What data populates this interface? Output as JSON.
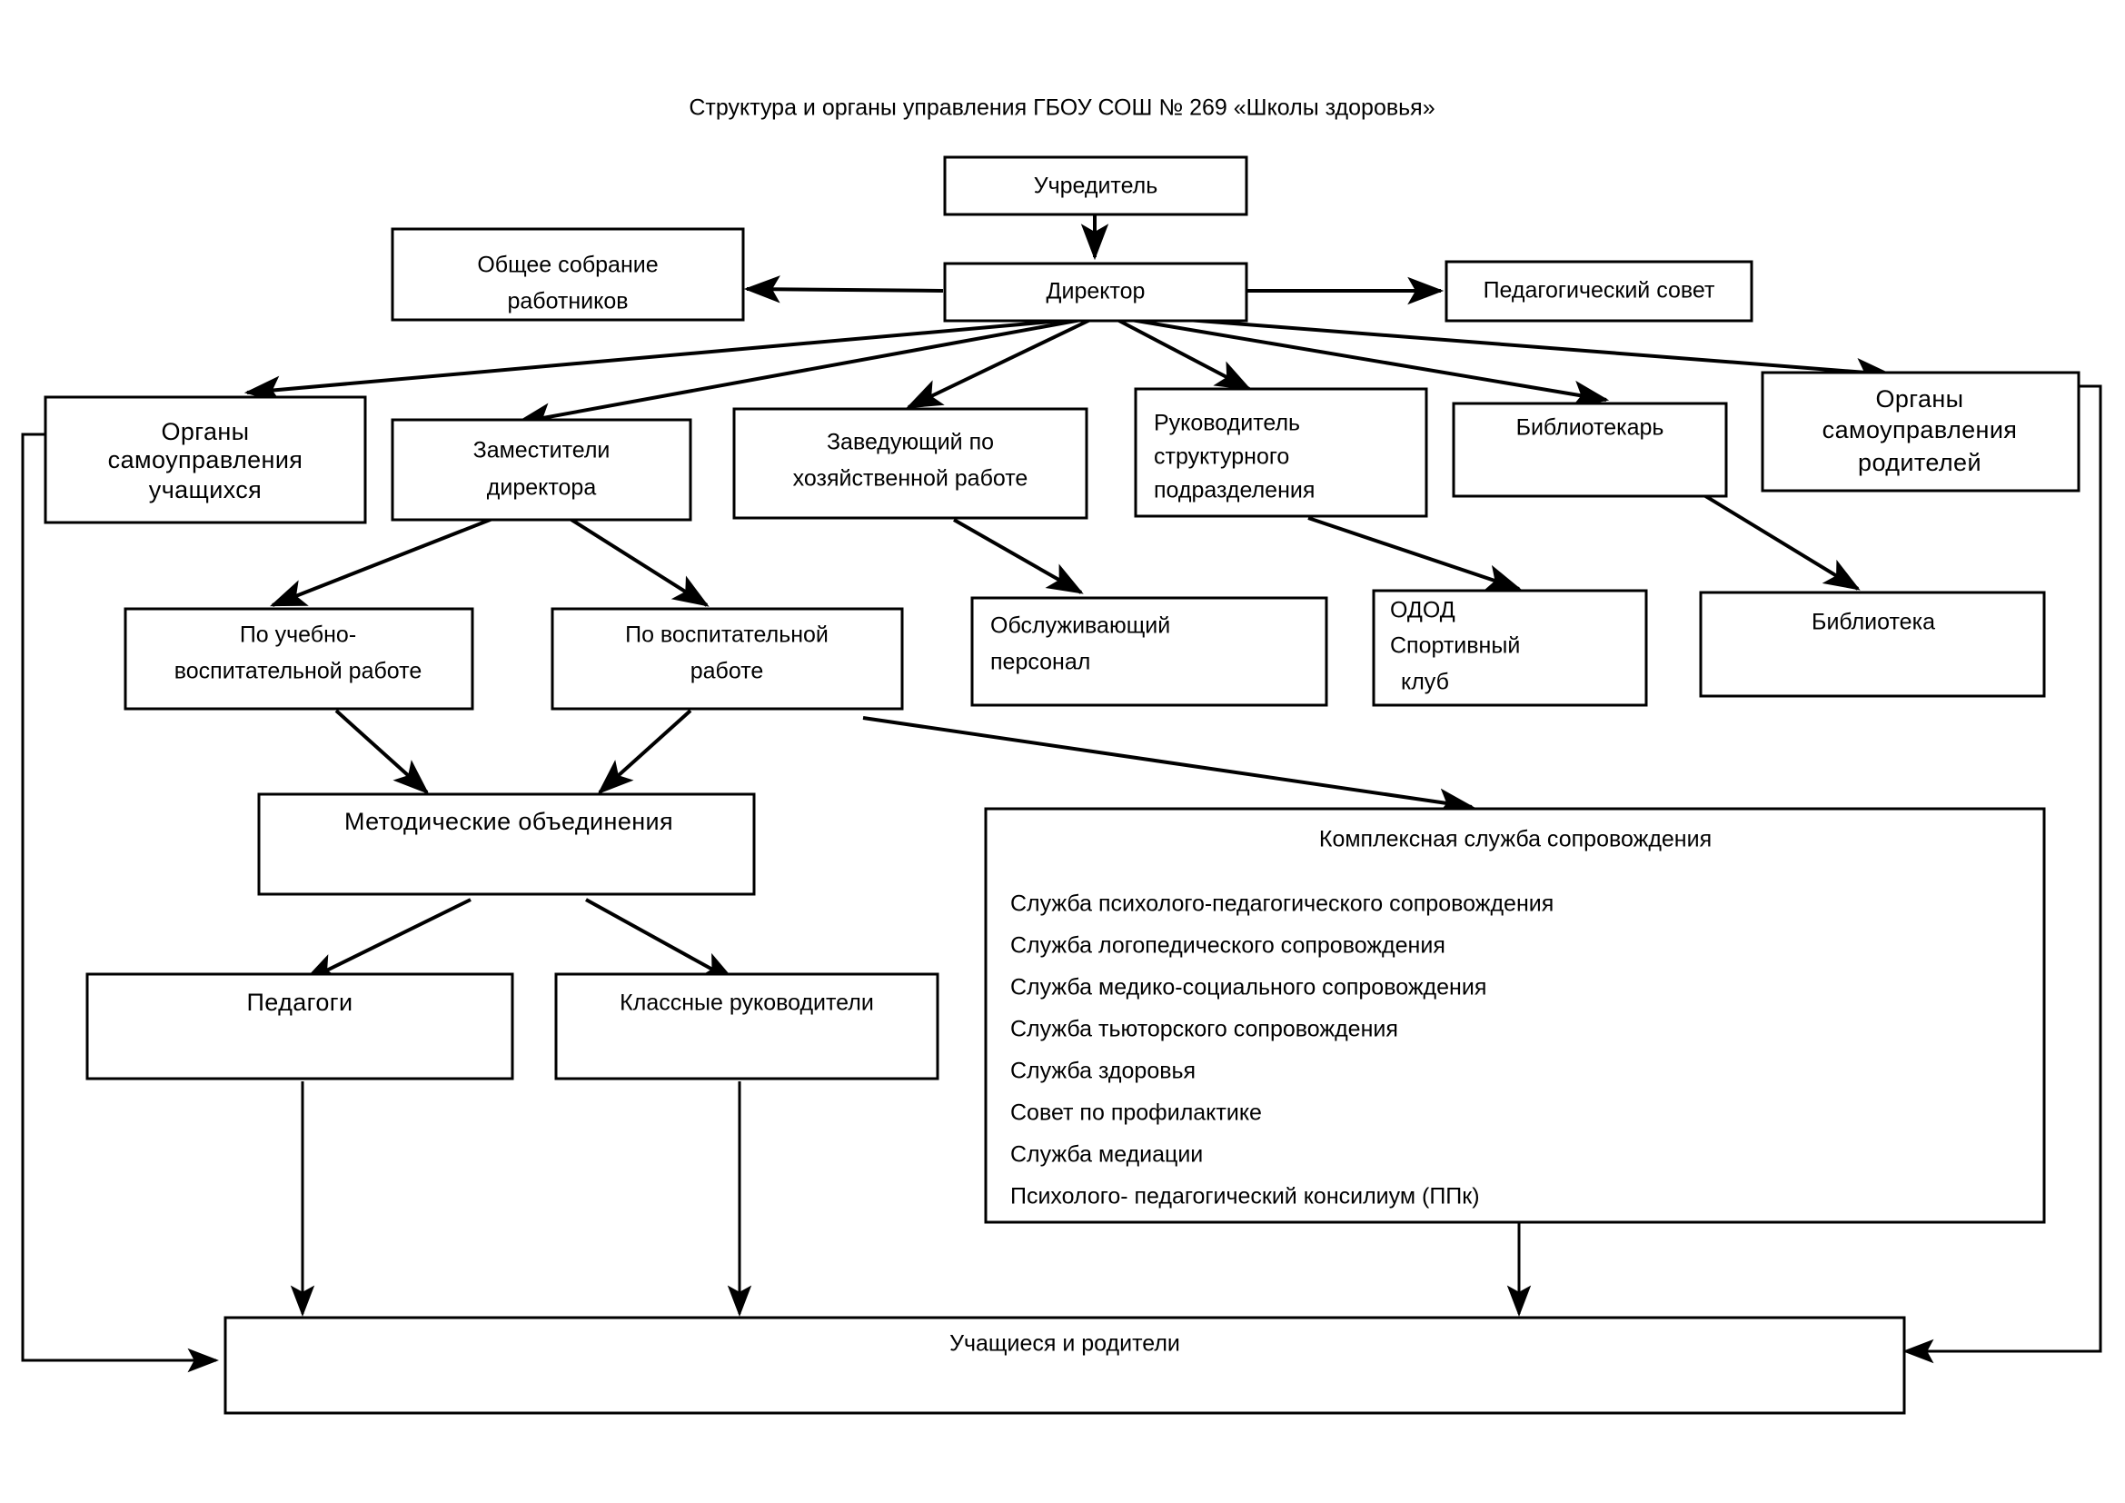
{
  "title": "Структура и органы управления ГБОУ СОШ № 269 «Школы здоровья»",
  "nodes": {
    "founder": {
      "label": "Учредитель"
    },
    "director": {
      "label": "Директор"
    },
    "general_meeting": {
      "line1": "Общее собрание",
      "line2": "работников"
    },
    "pedagogical_council": {
      "label": "Педагогический совет"
    },
    "student_self_government": {
      "line1": "Органы",
      "line2": "самоуправления",
      "line3": "учащихся"
    },
    "deputies": {
      "line1": "Заместители",
      "line2": "директора"
    },
    "economic_affairs": {
      "line1": "Заведующий  по",
      "line2": "хозяйственной работе"
    },
    "structural_head": {
      "line1": "Руководитель",
      "line2": "структурного",
      "line3": "подразделения"
    },
    "librarian": {
      "label": "Библиотекарь"
    },
    "parent_self_government": {
      "line1": "Органы",
      "line2": "самоуправления",
      "line3": "родителей"
    },
    "educational_work": {
      "line1": "По учебно-",
      "line2": "воспитательной работе"
    },
    "upbringing_work": {
      "line1": "По воспитательной",
      "line2": "работе"
    },
    "service_staff": {
      "line1": "Обслуживающий",
      "line2": "персонал"
    },
    "odod": {
      "line1": "ОДОД",
      "line2": "Спортивный",
      "line3": "клуб"
    },
    "library": {
      "label": "Библиотека"
    },
    "method_associations": {
      "label": "Методические объединения"
    },
    "teachers": {
      "label": "Педагоги"
    },
    "class_teachers": {
      "label": "Классные руководители"
    },
    "students_parents": {
      "label": "Учащиеся  и  родители"
    }
  },
  "complex_service": {
    "title": "Комплексная служба сопровождения",
    "items": [
      "Служба психолого-педагогического сопровождения",
      "Служба логопедического сопровождения",
      "Служба медико-социального сопровождения",
      "Служба тьюторского сопровождения",
      "Служба здоровья",
      "Совет по профилактике",
      "Служба медиации",
      "Психолого- педагогический консилиум (ППк)"
    ]
  },
  "colors": {
    "line": "#000000",
    "box_fill": "#ffffff",
    "text": "#000000",
    "background": "#ffffff"
  }
}
